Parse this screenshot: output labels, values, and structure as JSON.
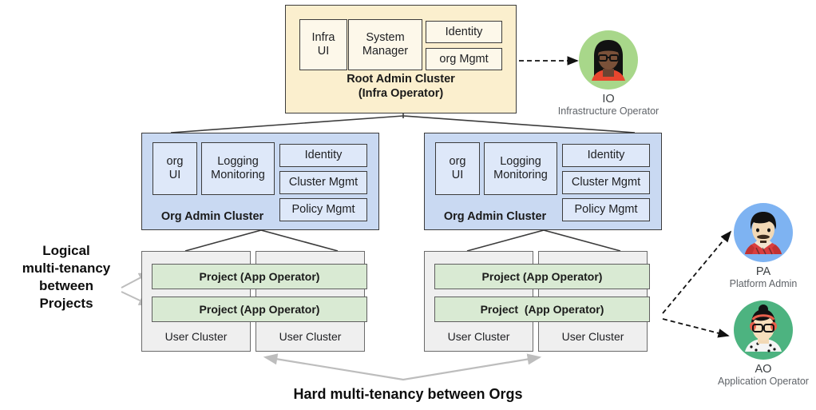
{
  "diagram": {
    "root_cluster": {
      "title_line1": "Root Admin Cluster",
      "title_line2": "(Infra Operator)",
      "components": [
        {
          "label": "Infra\nUI",
          "name": "infra-ui"
        },
        {
          "label": "System\nManager",
          "name": "system-manager"
        },
        {
          "label": "Identity",
          "name": "identity"
        },
        {
          "label": "org Mgmt",
          "name": "org-mgmt"
        }
      ]
    },
    "org_clusters": [
      {
        "title": "Org Admin Cluster",
        "components": [
          {
            "label": "org\nUI"
          },
          {
            "label": "Logging\nMonitoring"
          },
          {
            "label": "Identity"
          },
          {
            "label": "Cluster Mgmt"
          },
          {
            "label": "Policy Mgmt"
          }
        ],
        "projects": [
          "Project (App Operator)",
          "Project (App Operator)"
        ],
        "user_clusters": [
          "User Cluster",
          "User Cluster"
        ]
      },
      {
        "title": "Org Admin Cluster",
        "components": [
          {
            "label": "org\nUI"
          },
          {
            "label": "Logging\nMonitoring"
          },
          {
            "label": "Identity"
          },
          {
            "label": "Cluster Mgmt"
          },
          {
            "label": "Policy Mgmt"
          }
        ],
        "projects": [
          "Project (App Operator)",
          "Project  (App Operator)"
        ],
        "user_clusters": [
          "User Cluster",
          "User Cluster"
        ]
      }
    ],
    "captions": {
      "left": "Logical\nmulti-tenancy\nbetween\nProjects",
      "bottom": "Hard multi-tenancy between Orgs"
    },
    "personas": [
      {
        "abbr": "IO",
        "name": "Infrastructure Operator",
        "ring": "#A8D78A"
      },
      {
        "abbr": "PA",
        "name": "Platform Admin",
        "ring": "#7EB3F2"
      },
      {
        "abbr": "AO",
        "name": "Application Operator",
        "ring": "#4DB380"
      }
    ],
    "colors": {
      "root_fill": "#FBEFCE",
      "root_inner_fill": "#FDF8EA",
      "org_fill": "#C9D9F2",
      "org_inner_fill": "#DEE8F9",
      "user_cluster_fill": "#EFEFEF",
      "project_fill": "#D9EAD3",
      "line": "#3c3c3c",
      "soft_arrow": "#BDBDBD"
    }
  }
}
